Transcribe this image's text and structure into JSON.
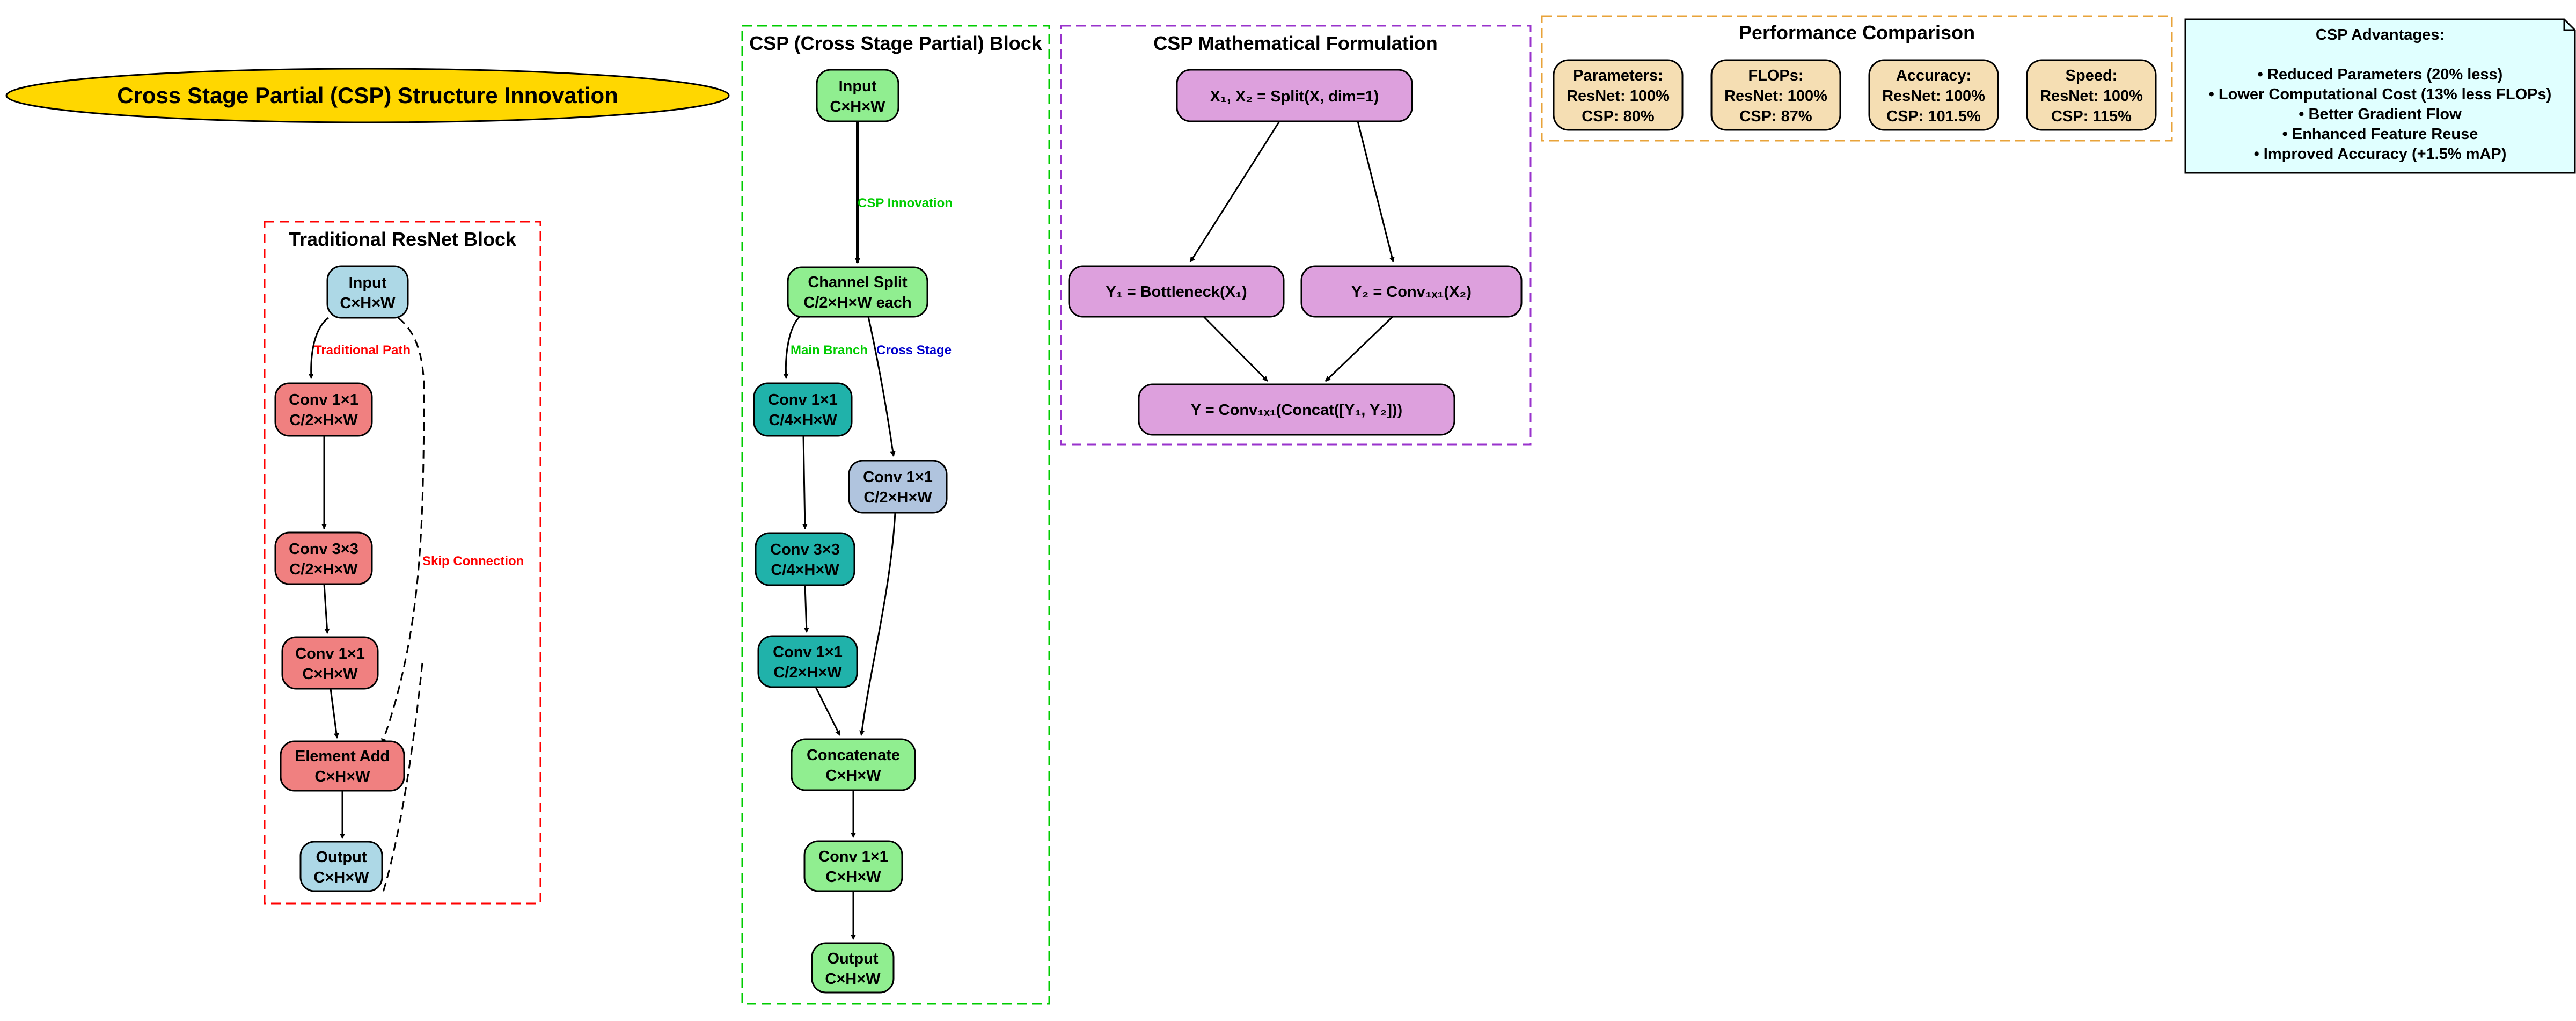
{
  "title": "Cross Stage Partial (CSP) Structure Innovation",
  "colors": {
    "title_fill": "#FFD700",
    "resnet_cluster": "#FF0000",
    "csp_cluster": "#00CC00",
    "math_cluster": "#9933CC",
    "perf_cluster": "#E8A33A",
    "light_blue": "#ADD8E6",
    "light_coral": "#F08080",
    "light_green": "#90EE90",
    "teal": "#20B2AA",
    "slate": "#B0C4DE",
    "plum": "#DDA0DD",
    "wheat": "#F5DEB3",
    "note_fill": "#E0FFFF"
  },
  "resnet": {
    "title": "Traditional ResNet Block",
    "input": [
      "Input",
      "C×H×W"
    ],
    "conv1": [
      "Conv 1×1",
      "C/2×H×W"
    ],
    "conv3": [
      "Conv 3×3",
      "C/2×H×W"
    ],
    "conv1b": [
      "Conv 1×1",
      "C×H×W"
    ],
    "add": [
      "Element Add",
      "C×H×W"
    ],
    "output": [
      "Output",
      "C×H×W"
    ],
    "label_path": "Traditional Path",
    "label_skip": "Skip Connection"
  },
  "csp": {
    "title": "CSP (Cross Stage Partial) Block",
    "input": [
      "Input",
      "C×H×W"
    ],
    "split": [
      "Channel Split",
      "C/2×H×W each"
    ],
    "main1": [
      "Conv 1×1",
      "C/4×H×W"
    ],
    "main3": [
      "Conv 3×3",
      "C/4×H×W"
    ],
    "main1b": [
      "Conv 1×1",
      "C/2×H×W"
    ],
    "cross": [
      "Conv 1×1",
      "C/2×H×W"
    ],
    "concat": [
      "Concatenate",
      "C×H×W"
    ],
    "final": [
      "Conv 1×1",
      "C×H×W"
    ],
    "output": [
      "Output",
      "C×H×W"
    ],
    "label_innovation": "CSP Innovation",
    "label_main": "Main Branch",
    "label_cross": "Cross Stage"
  },
  "math": {
    "title": "CSP Mathematical Formulation",
    "split": "X₁, X₂ = Split(X, dim=1)",
    "y1": "Y₁ = Bottleneck(X₁)",
    "y2": "Y₂ = Conv₁ₓ₁(X₂)",
    "y": "Y = Conv₁ₓ₁(Concat([Y₁, Y₂]))"
  },
  "performance": {
    "title": "Performance Comparison",
    "cards": [
      {
        "lines": [
          "Parameters:",
          "ResNet: 100%",
          "CSP: 80%"
        ]
      },
      {
        "lines": [
          "FLOPs:",
          "ResNet: 100%",
          "CSP: 87%"
        ]
      },
      {
        "lines": [
          "Accuracy:",
          "ResNet: 100%",
          "CSP: 101.5%"
        ]
      },
      {
        "lines": [
          "Speed:",
          "ResNet: 100%",
          "CSP: 115%"
        ]
      }
    ]
  },
  "advantages": {
    "lines": [
      "CSP Advantages:",
      "",
      "• Reduced Parameters (20% less)",
      "• Lower Computational Cost (13% less FLOPs)",
      "• Better Gradient Flow",
      "• Enhanced Feature Reuse",
      "• Improved Accuracy (+1.5% mAP)"
    ]
  }
}
